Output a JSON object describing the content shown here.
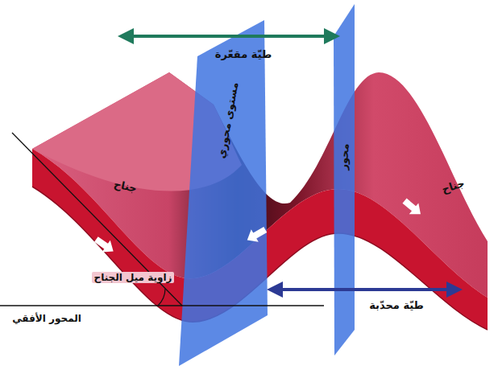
{
  "diagram": {
    "labels": [
      "طيّة مقعّرة",
      "مستوى محوري",
      "جناح",
      "محور",
      "جناح",
      "زاوية ميل الجناح",
      "المحور الأفقي",
      "طيّة محدّبة"
    ]
  }
}
